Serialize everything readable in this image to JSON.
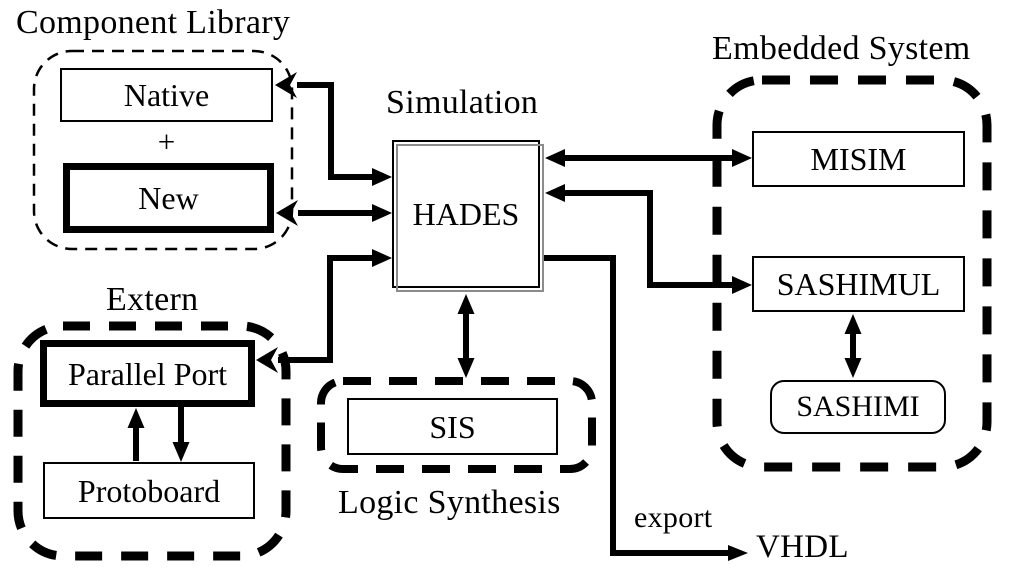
{
  "groups": {
    "component_library": {
      "title": "Component Library",
      "native": "Native",
      "plus": "+",
      "new": "New"
    },
    "simulation": {
      "title": "Simulation",
      "hades": "HADES"
    },
    "embedded_system": {
      "title": "Embedded System",
      "misim": "MISIM",
      "sashimul": "SASHIMUL",
      "sashimi": "SASHIMI"
    },
    "extern": {
      "title": "Extern",
      "parallel_port": "Parallel Port",
      "protoboard": "Protoboard"
    },
    "logic_synthesis": {
      "title": "Logic Synthesis",
      "sis": "SIS"
    }
  },
  "labels": {
    "export": "export",
    "vhdl": "VHDL"
  },
  "colors": {
    "line": "#000000",
    "background": "#ffffff",
    "hades_frame_gray": "#8c8c8c"
  },
  "connections": [
    {
      "from": "HADES",
      "to": "Native",
      "type": "bidirectional"
    },
    {
      "from": "HADES",
      "to": "New",
      "type": "bidirectional"
    },
    {
      "from": "HADES",
      "to": "Parallel Port",
      "type": "bidirectional"
    },
    {
      "from": "HADES",
      "to": "MISIM",
      "type": "bidirectional"
    },
    {
      "from": "HADES",
      "to": "SASHIMUL",
      "type": "bidirectional"
    },
    {
      "from": "HADES",
      "to": "SIS",
      "type": "bidirectional"
    },
    {
      "from": "SASHIMUL",
      "to": "SASHIMI",
      "type": "bidirectional"
    },
    {
      "from": "Protoboard",
      "to": "Parallel Port",
      "type": "directed"
    },
    {
      "from": "Parallel Port",
      "to": "Protoboard",
      "type": "directed"
    },
    {
      "from": "HADES",
      "to": "VHDL",
      "type": "directed",
      "label": "export"
    }
  ]
}
